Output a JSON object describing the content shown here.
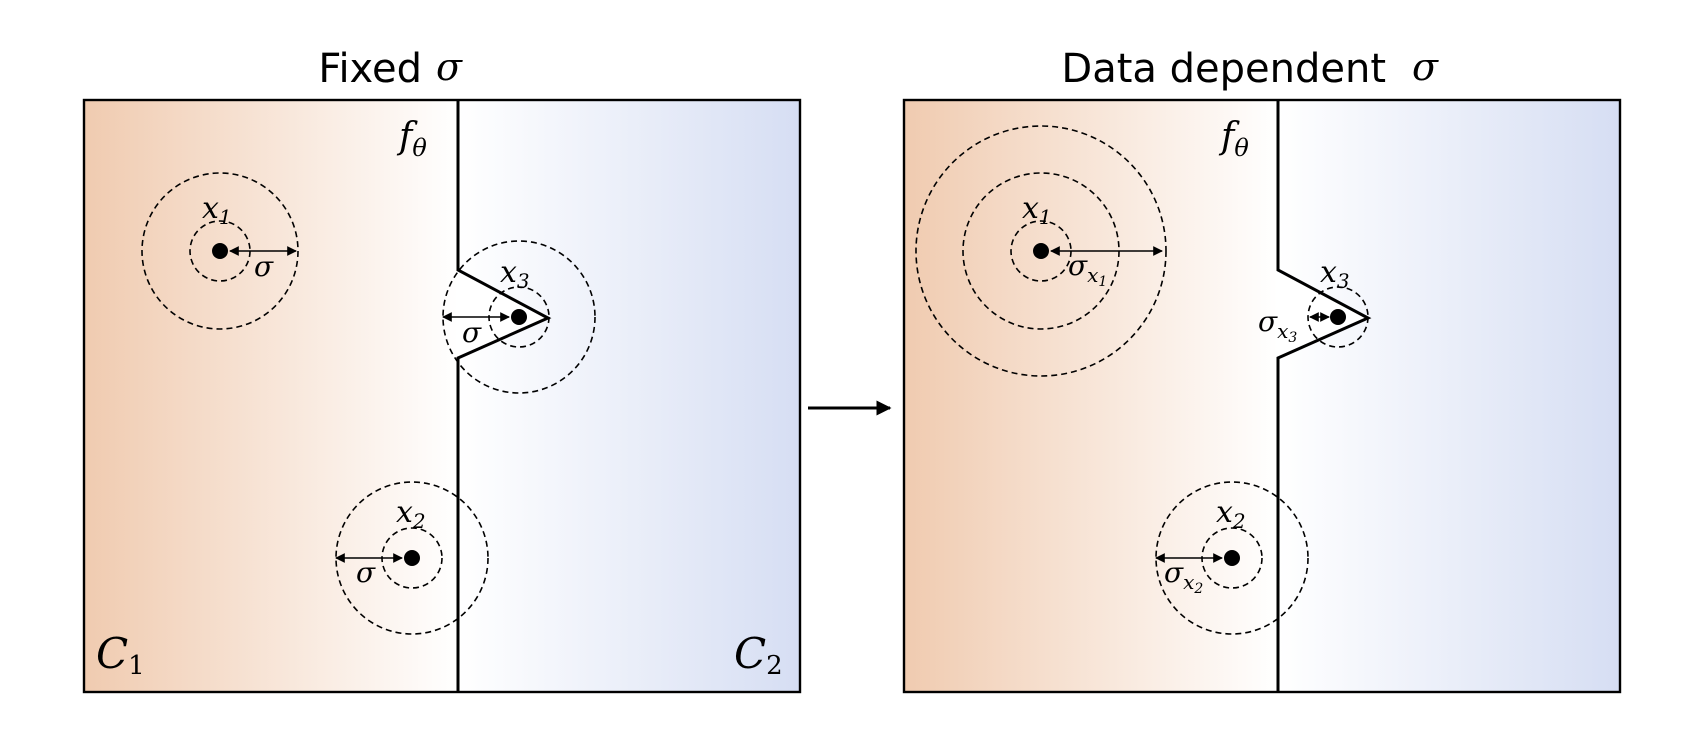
{
  "panels": {
    "left": {
      "title": "Fixed",
      "title_symbol": "σ",
      "boundary_label": "f",
      "boundary_label_sub": "θ",
      "class1_label": "C",
      "class1_sub": "1",
      "class2_label": "C",
      "class2_sub": "2",
      "points": [
        {
          "name": "x",
          "sub": "1",
          "radius_label": "σ",
          "radius_sub": ""
        },
        {
          "name": "x",
          "sub": "3",
          "radius_label": "σ",
          "radius_sub": ""
        },
        {
          "name": "x",
          "sub": "2",
          "radius_label": "σ",
          "radius_sub": ""
        }
      ]
    },
    "right": {
      "title": "Data dependent",
      "title_symbol": "σ",
      "boundary_label": "f",
      "boundary_label_sub": "θ",
      "points": [
        {
          "name": "x",
          "sub": "1",
          "radius_label": "σ",
          "radius_sub": "x",
          "radius_subsub": "1"
        },
        {
          "name": "x",
          "sub": "3",
          "radius_label": "σ",
          "radius_sub": "x",
          "radius_subsub": "3"
        },
        {
          "name": "x",
          "sub": "2",
          "radius_label": "σ",
          "radius_sub": "x",
          "radius_subsub": "2"
        }
      ]
    }
  },
  "colors": {
    "class1": "#f0cbb0",
    "class2": "#d6def3",
    "mid": "#ffffff",
    "stroke": "#000000"
  }
}
